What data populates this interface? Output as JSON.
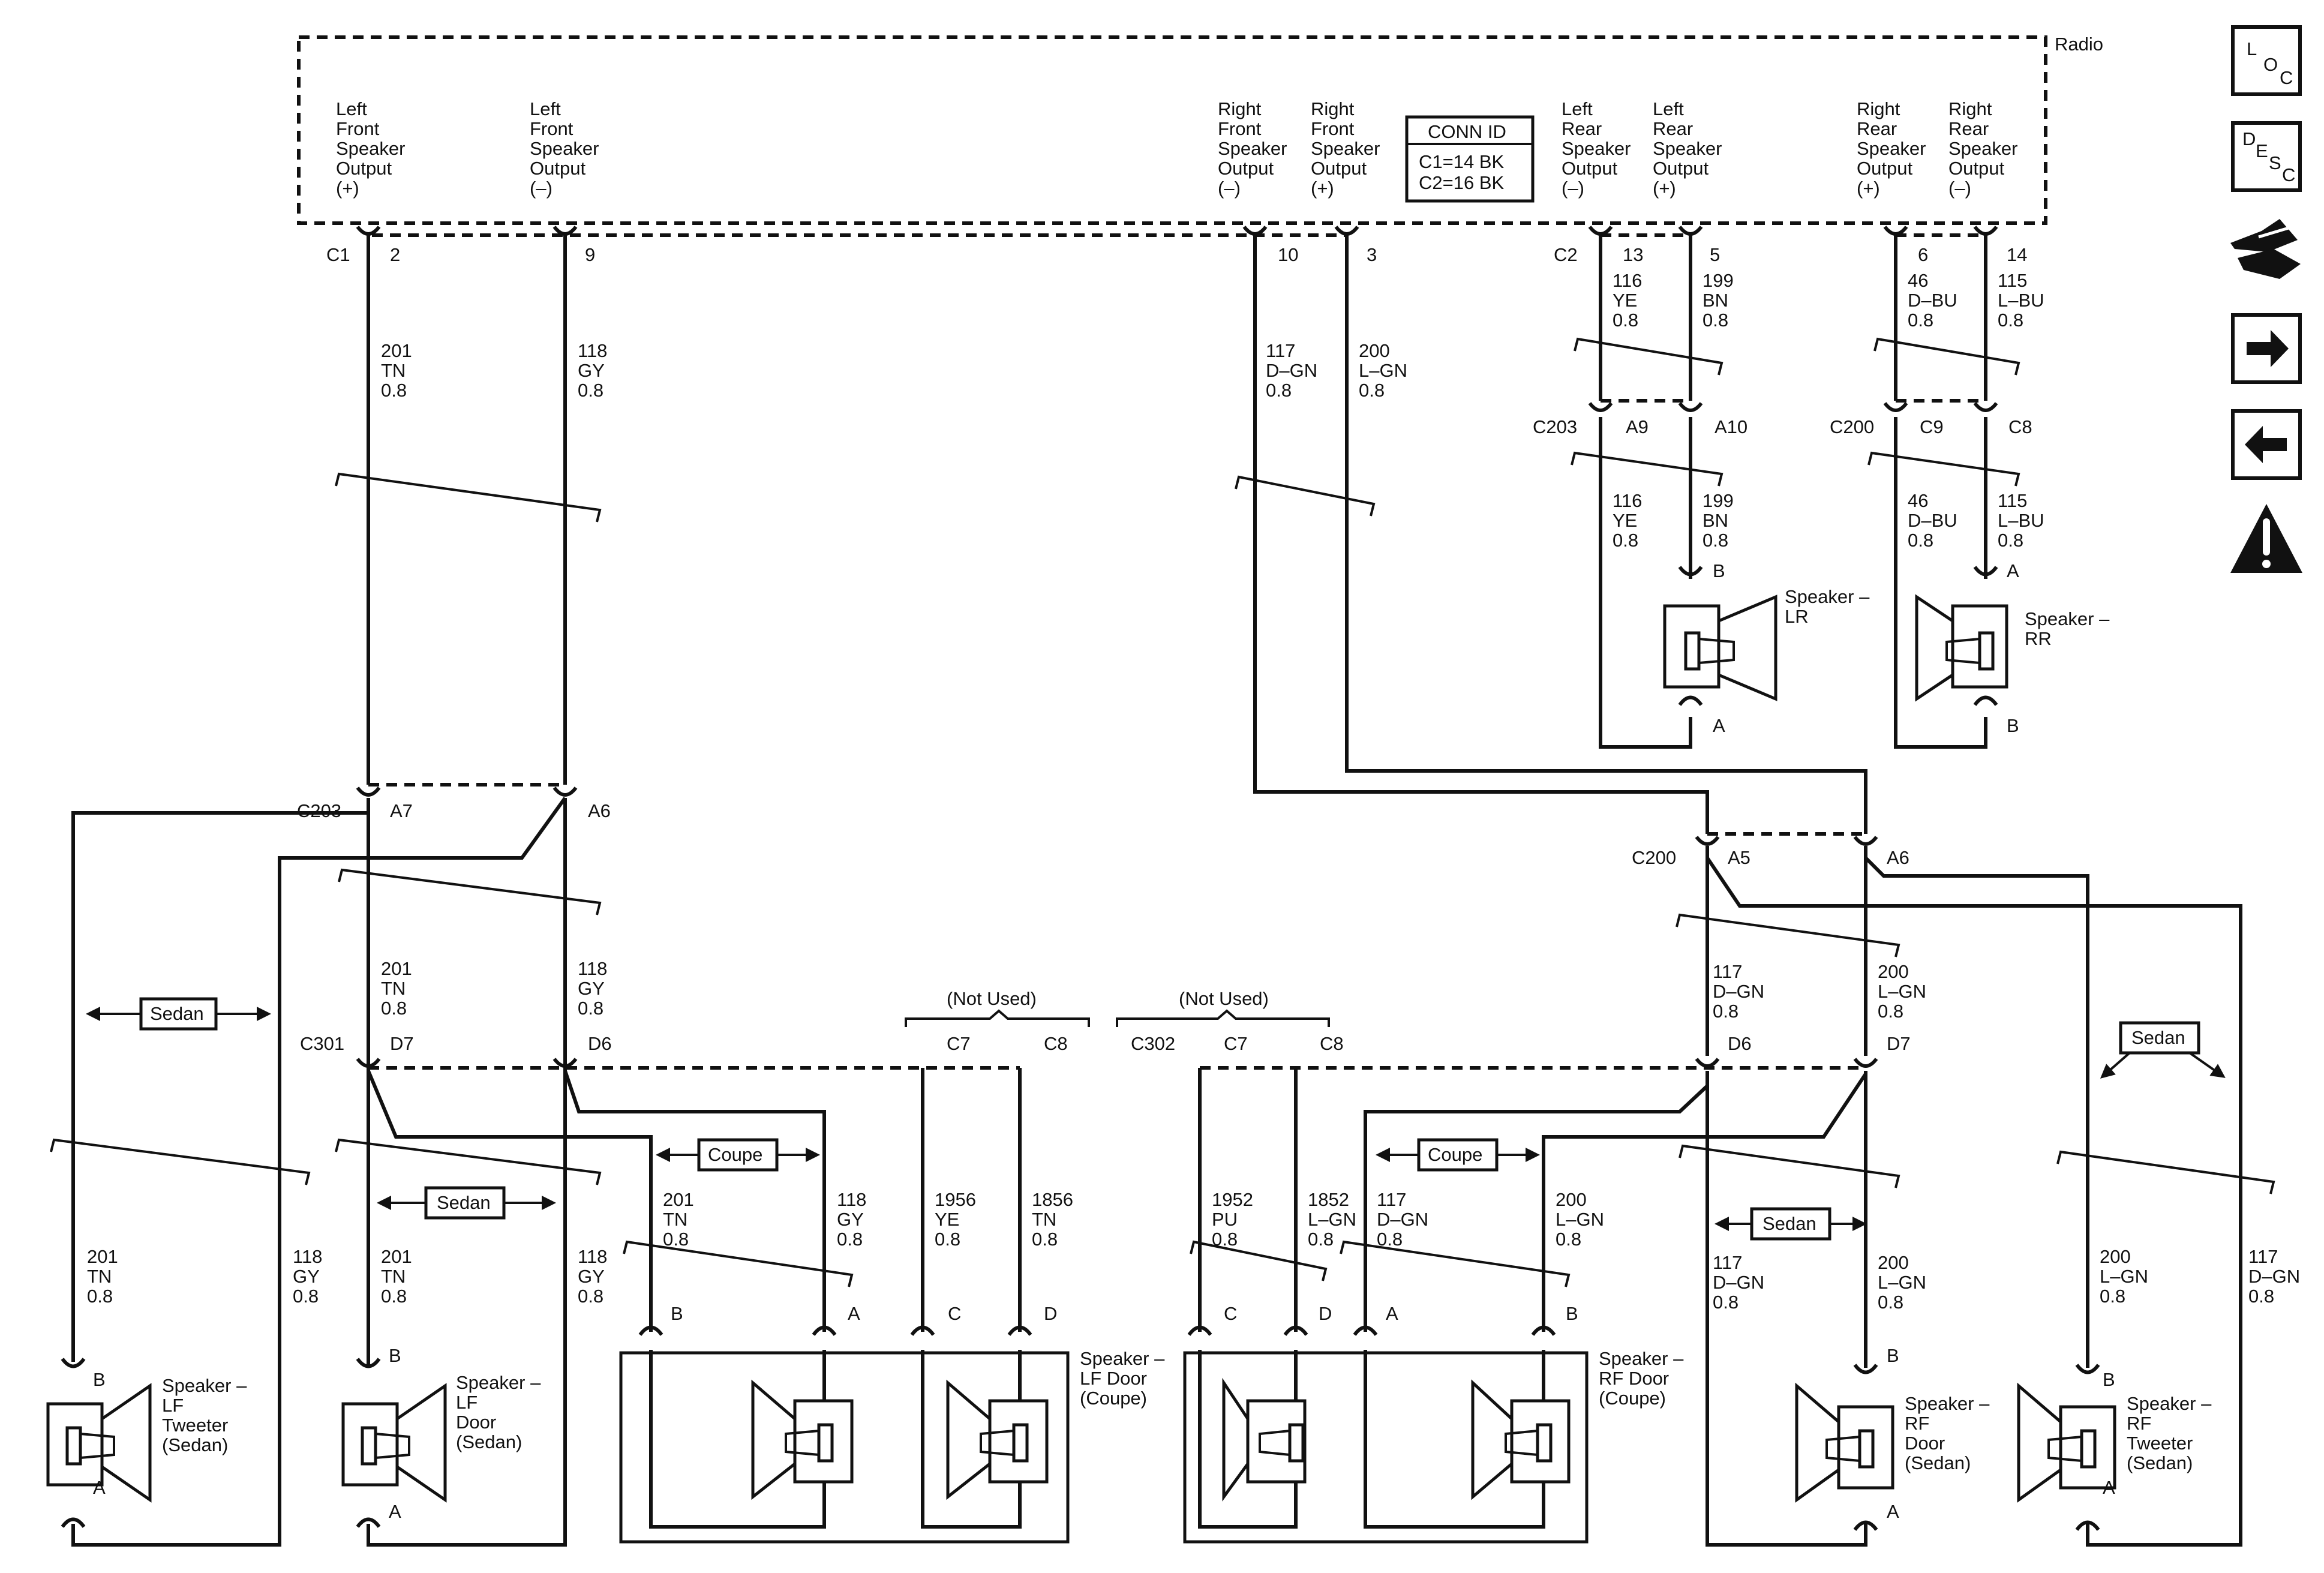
{
  "radio": {
    "title": "Radio",
    "outputs": [
      {
        "lines": [
          "Left",
          "Front",
          "Speaker",
          "Output",
          "(+)"
        ],
        "pin": "2",
        "connector": "C1"
      },
      {
        "lines": [
          "Left",
          "Front",
          "Speaker",
          "Output",
          "(–)"
        ],
        "pin": "9"
      },
      {
        "lines": [
          "Right",
          "Front",
          "Speaker",
          "Output",
          "(–)"
        ],
        "pin": "10"
      },
      {
        "lines": [
          "Right",
          "Front",
          "Speaker",
          "Output",
          "(+)"
        ],
        "pin": "3"
      },
      {
        "lines": [
          "Left",
          "Rear",
          "Speaker",
          "Output",
          "(–)"
        ],
        "pin": "13",
        "connector": "C2"
      },
      {
        "lines": [
          "Left",
          "Rear",
          "Speaker",
          "Output",
          "(+)"
        ],
        "pin": "5"
      },
      {
        "lines": [
          "Right",
          "Rear",
          "Speaker",
          "Output",
          "(+)"
        ],
        "pin": "6"
      },
      {
        "lines": [
          "Right",
          "Rear",
          "Speaker",
          "Output",
          "(–)"
        ],
        "pin": "14"
      }
    ],
    "conn_id": {
      "title": "CONN ID",
      "c1": "C1=14 BK",
      "c2": "C2=16 BK"
    }
  },
  "wires": [
    {
      "circuit": "201",
      "color": "TN",
      "gauge": "0.8"
    },
    {
      "circuit": "118",
      "color": "GY",
      "gauge": "0.8"
    },
    {
      "circuit": "117",
      "color": "D–GN",
      "gauge": "0.8"
    },
    {
      "circuit": "200",
      "color": "L–GN",
      "gauge": "0.8"
    },
    {
      "circuit": "116",
      "color": "YE",
      "gauge": "0.8"
    },
    {
      "circuit": "199",
      "color": "BN",
      "gauge": "0.8"
    },
    {
      "circuit": "46",
      "color": "D–BU",
      "gauge": "0.8"
    },
    {
      "circuit": "115",
      "color": "L–BU",
      "gauge": "0.8"
    },
    {
      "circuit": "1956",
      "color": "YE",
      "gauge": "0.8"
    },
    {
      "circuit": "1856",
      "color": "TN",
      "gauge": "0.8"
    },
    {
      "circuit": "1952",
      "color": "PU",
      "gauge": "0.8"
    },
    {
      "circuit": "1852",
      "color": "L–GN",
      "gauge": "0.8"
    }
  ],
  "connectors": {
    "c203": "C203",
    "c200": "C200",
    "c301": "C301",
    "c302": "C302",
    "a9": "A9",
    "a10": "A10",
    "c9": "C9",
    "c8": "C8",
    "c7": "C7",
    "a7": "A7",
    "a6": "A6",
    "a5": "A5",
    "d7": "D7",
    "d6": "D6",
    "not_used": "(Not Used)"
  },
  "speakers": {
    "lr": [
      "Speaker –",
      "LR"
    ],
    "rr": [
      "Speaker –",
      "RR"
    ],
    "lf_tweeter": [
      "Speaker –",
      "LF",
      "Tweeter",
      "(Sedan)"
    ],
    "lf_door_sedan": [
      "Speaker –",
      "LF",
      "Door",
      "(Sedan)"
    ],
    "lf_door_coupe": [
      "Speaker –",
      "LF Door",
      "(Coupe)"
    ],
    "rf_door_coupe": [
      "Speaker –",
      "RF Door",
      "(Coupe)"
    ],
    "rf_door_sedan": [
      "Speaker –",
      "RF",
      "Door",
      "(Sedan)"
    ],
    "rf_tweeter": [
      "Speaker –",
      "RF",
      "Tweeter",
      "(Sedan)"
    ]
  },
  "pins": {
    "a": "A",
    "b": "B",
    "c": "C",
    "d": "D"
  },
  "options": {
    "sedan": "Sedan",
    "coupe": "Coupe"
  },
  "nav_icons": [
    "loc-icon",
    "desc-icon",
    "harness-icon",
    "next-arrow-icon",
    "prev-arrow-icon",
    "warning-icon"
  ],
  "nav_text": {
    "loc": [
      "L",
      "O",
      "C"
    ],
    "desc": [
      "D",
      "E",
      "S",
      "C"
    ]
  }
}
